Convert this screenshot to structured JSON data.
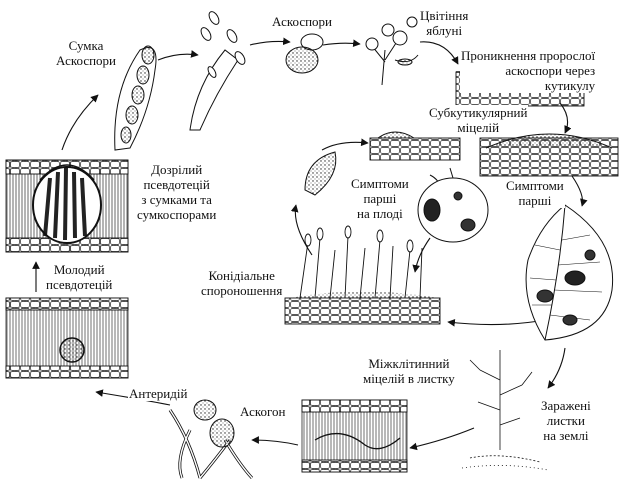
{
  "labels": {
    "sumka": [
      "Сумка",
      "Аскоспори"
    ],
    "askospory": "Аскоспори",
    "tsvitinnia": [
      "Цвітіння",
      "яблуні"
    ],
    "pronyknennia": [
      "Проникнення пророслої",
      "аскоспори через",
      "кутикулу"
    ],
    "subkutykuliarnyi": [
      "Субкутикулярний",
      "міцелій"
    ],
    "symptomy_parshi": [
      "Симптоми",
      "парші"
    ],
    "symptomy_plid": [
      "Симптоми",
      "парші",
      "на плоді"
    ],
    "dozrilyi": [
      "Дозрілий",
      "псевдотецій",
      "з сумками та",
      "сумкоспорами"
    ],
    "konidialne": [
      "Конідіальне",
      "спороношення"
    ],
    "molodyi": [
      "Молодий",
      "псевдотецій"
    ],
    "mizhklitynnyi": [
      "Міжклітинний",
      "міцелій в листку"
    ],
    "anterydii": "Антеридій",
    "askogon": "Аскогон",
    "zarazheni": [
      "Заражені",
      "листки",
      "на землі"
    ]
  },
  "colors": {
    "ink": "#111111",
    "paper": "#ffffff",
    "shade": "#555555"
  }
}
